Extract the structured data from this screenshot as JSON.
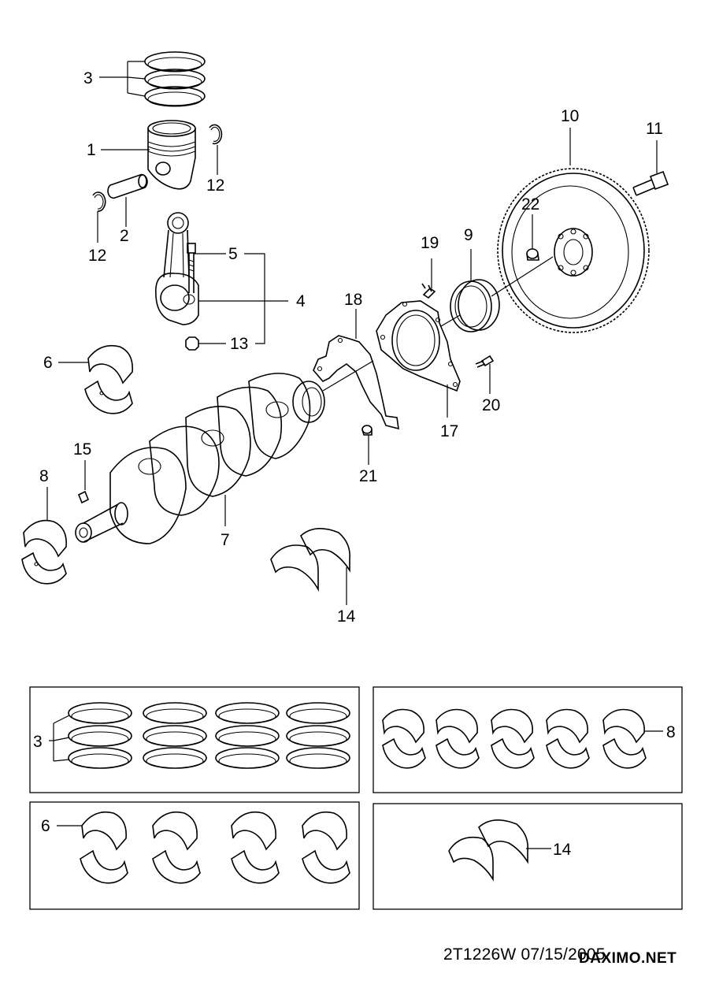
{
  "labels": {
    "l1": "1",
    "l2": "2",
    "l3": "3",
    "l4": "4",
    "l5": "5",
    "l6": "6",
    "l7": "7",
    "l8": "8",
    "l9": "9",
    "l10": "10",
    "l11": "11",
    "l12": "12",
    "l13": "13",
    "l14": "14",
    "l15": "15",
    "l17": "17",
    "l18": "18",
    "l19": "19",
    "l20": "20",
    "l21": "21",
    "l22": "22"
  },
  "footer": {
    "code": "2T1226W  07/15/2005",
    "watermark": "DAXIMO.NET"
  }
}
